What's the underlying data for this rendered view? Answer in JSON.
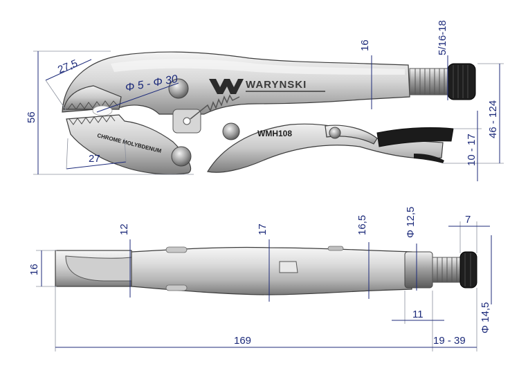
{
  "colors": {
    "dimension": "#1c2a7a",
    "steel_light": "#e4e4e4",
    "steel_dark": "#8f8f8f",
    "grip_black": "#1b1b1b",
    "background": "#ffffff"
  },
  "markings": {
    "brand": "WARYNSKI",
    "model": "WMH108",
    "material": "CHROME MOLYBDENUM"
  },
  "side_view": {
    "dims": {
      "height": "56",
      "jaw_diag": "27,5",
      "jaw_len": "27",
      "grip_range": "Φ 5 - Φ 30",
      "handle_thk": "16",
      "screw_thread": "5/16-18",
      "opening_total": "46 - 124",
      "handle_gap": "10 - 17"
    }
  },
  "top_view": {
    "dims": {
      "head_thk": "16",
      "neck": "12",
      "mid": "17",
      "rear": "16,5",
      "screw_dia": "Φ 12,5",
      "knob_len": "7",
      "knob_dia": "Φ 14,5",
      "screw_len": "11",
      "length": "169",
      "adjust": "19 - 39"
    }
  }
}
